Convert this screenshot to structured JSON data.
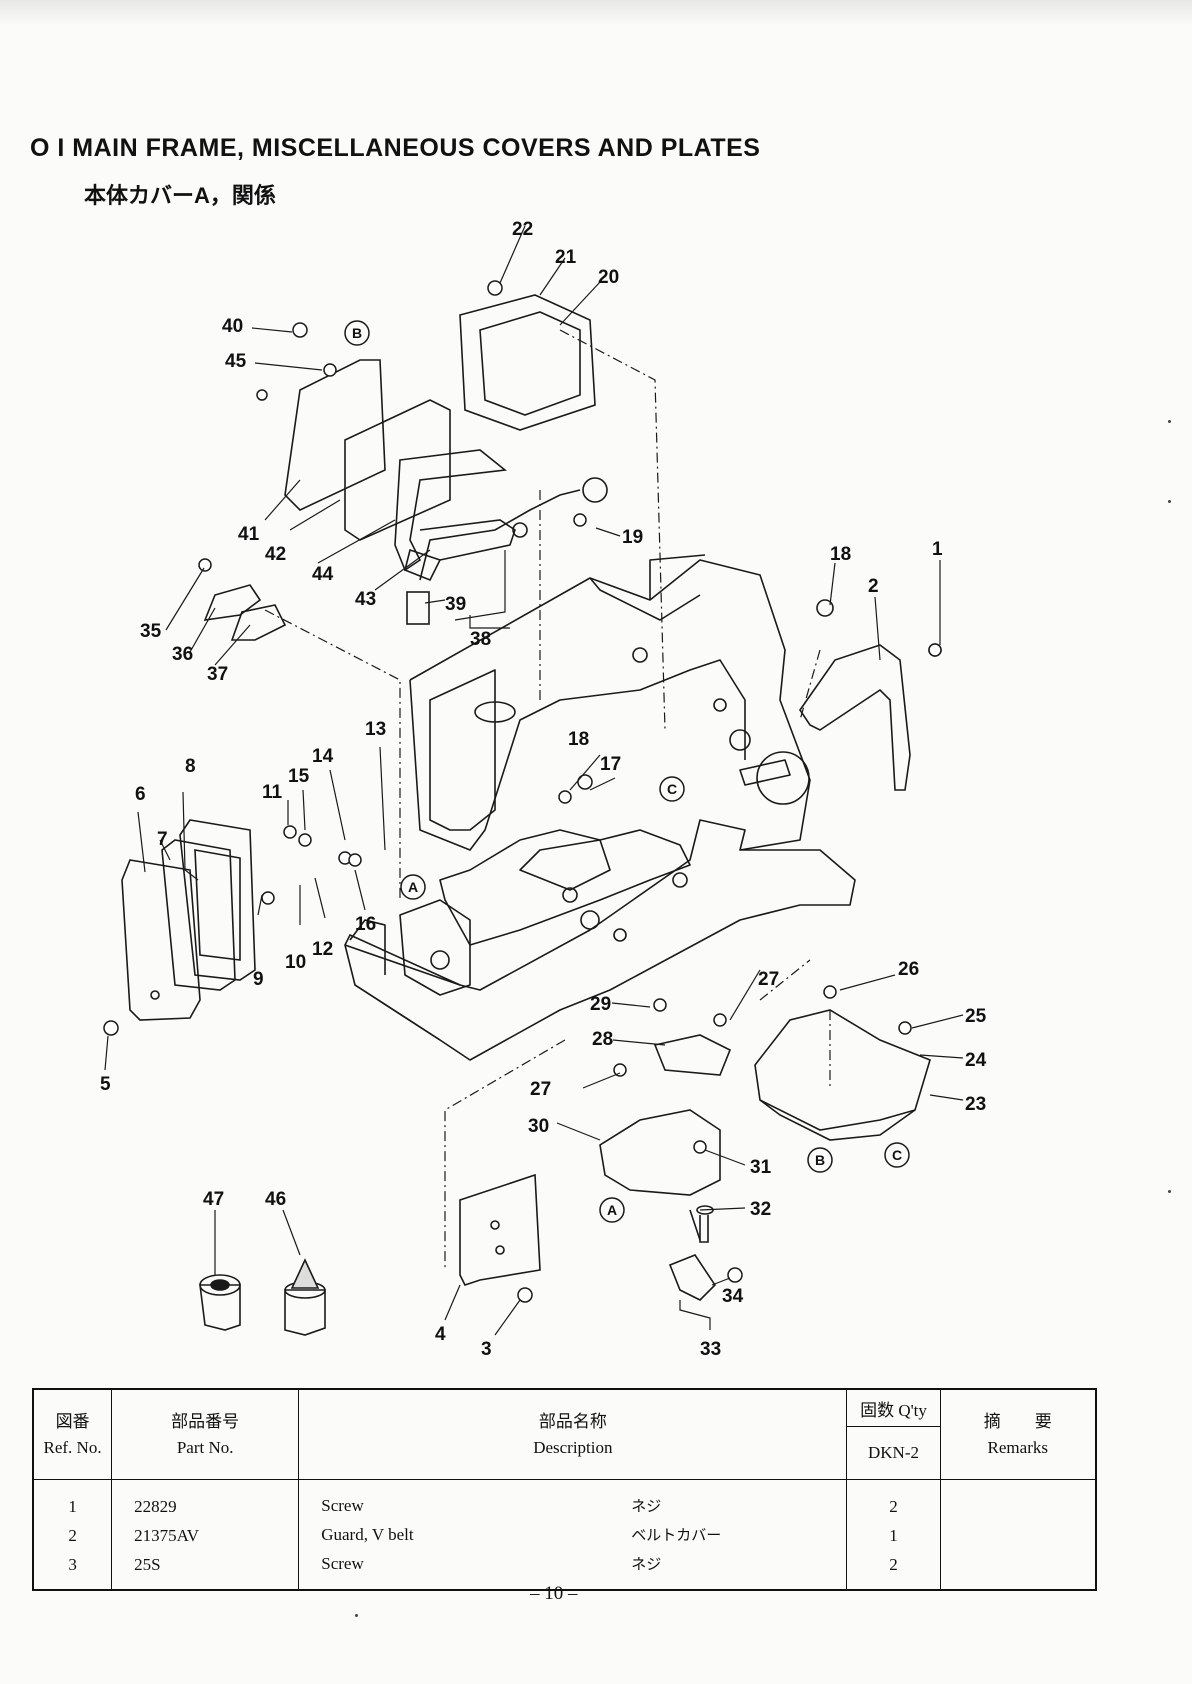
{
  "document": {
    "title": "O I  MAIN FRAME, MISCELLANEOUS COVERS AND PLATES",
    "subtitle": "本体カバーA，関係",
    "page_number": "– 10 –"
  },
  "diagram": {
    "callouts": [
      "1",
      "2",
      "3",
      "4",
      "5",
      "6",
      "7",
      "8",
      "9",
      "10",
      "11",
      "12",
      "13",
      "14",
      "15",
      "16",
      "17",
      "18",
      "19",
      "20",
      "21",
      "22",
      "23",
      "24",
      "25",
      "26",
      "27",
      "28",
      "29",
      "30",
      "31",
      "32",
      "33",
      "34",
      "35",
      "36",
      "37",
      "38",
      "39",
      "40",
      "41",
      "42",
      "44",
      "43",
      "45",
      "46",
      "47"
    ],
    "reference_marks": [
      "A",
      "B",
      "C"
    ]
  },
  "table": {
    "headers": {
      "ref_jp": "図番",
      "ref_en": "Ref. No.",
      "part_jp": "部品番号",
      "part_en": "Part No.",
      "desc_jp": "部品名称",
      "desc_en": "Description",
      "qty_jp": "固数 Q'ty",
      "qty_model": "DKN-2",
      "remarks_jp": "摘　　要",
      "remarks_en": "Remarks"
    },
    "rows": [
      {
        "ref": "1",
        "part": "22829",
        "desc_en": "Screw",
        "desc_jp": "ネジ",
        "qty": "2",
        "remarks": ""
      },
      {
        "ref": "2",
        "part": "21375AV",
        "desc_en": "Guard, V belt",
        "desc_jp": "ベルトカバー",
        "qty": "1",
        "remarks": ""
      },
      {
        "ref": "3",
        "part": "25S",
        "desc_en": "Screw",
        "desc_jp": "ネジ",
        "qty": "2",
        "remarks": ""
      }
    ]
  }
}
